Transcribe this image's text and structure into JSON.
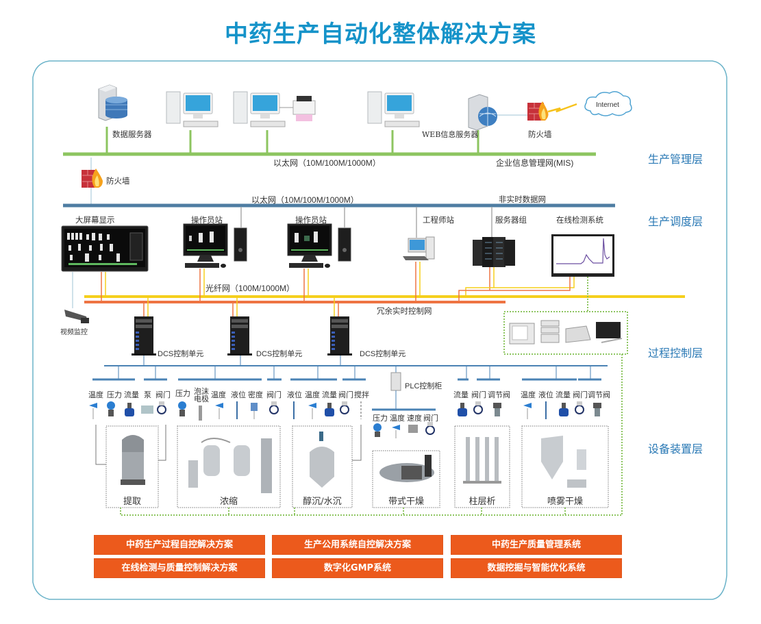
{
  "title": "中药生产自动化整体解决方案",
  "colors": {
    "title": "#1593c9",
    "frame": "#6bb3c9",
    "ethernet_green": "#8dc560",
    "ethernet_blue": "#4e7da2",
    "fiber_yellow": "#f5cf1c",
    "redundant_orange": "#ee7443",
    "field_bus": "#4a82b4",
    "solution_button": "#ec5a1c",
    "layer_label": "#2a79b5"
  },
  "layers": [
    {
      "label": "生产管理层"
    },
    {
      "label": "生产调度层"
    },
    {
      "label": "过程控制层"
    },
    {
      "label": "设备装置层"
    }
  ],
  "management": {
    "data_server": "数据服务器",
    "web_server": "WEB信息服务器",
    "firewall": "防火墙",
    "internet": "Internet",
    "ethernet": "以太网（10M/100M/1000M）",
    "mis": "企业信息管理网(MIS)"
  },
  "scheduling": {
    "firewall": "防火墙",
    "ethernet": "以太网（10M/100M/1000M）",
    "non_realtime": "非实时数据网",
    "big_screen": "大屏幕显示",
    "operator_station_1": "操作员站",
    "operator_station_2": "操作员站",
    "engineer_station": "工程师站",
    "server_group": "服务器组",
    "online_detection": "在线检测系统"
  },
  "control": {
    "fiber": "光纤网（100M/1000M）",
    "redundant": "冗余实时控制网",
    "video": "视频监控",
    "dcs_1": "DCS控制单元",
    "dcs_2": "DCS控制单元",
    "dcs_3": "DCS控制单元",
    "plc": "PLC控制柜"
  },
  "instrument_groups": [
    {
      "items": [
        "温度",
        "压力",
        "流量",
        "泵",
        "阀门"
      ]
    },
    {
      "items": [
        "压力",
        "泡沫电极",
        "温度",
        "液位",
        "密度",
        "阀门"
      ]
    },
    {
      "items": [
        "液位",
        "温度",
        "流量",
        "阀门",
        "搅拌"
      ]
    },
    {
      "items": [
        "压力",
        "温度",
        "速度",
        "阀门"
      ]
    },
    {
      "items": [
        "流量",
        "阀门",
        "调节阀"
      ]
    },
    {
      "items": [
        "温度",
        "液位",
        "流量",
        "阀门",
        "调节阀"
      ]
    }
  ],
  "equipment": [
    {
      "label": "提取"
    },
    {
      "label": "浓缩"
    },
    {
      "label": "醇沉/水沉"
    },
    {
      "label": "带式干燥"
    },
    {
      "label": "柱层析"
    },
    {
      "label": "喷雾干燥"
    }
  ],
  "solutions": [
    {
      "label": "中药生产过程自控解决方案"
    },
    {
      "label": "生产公用系统自控解决方案"
    },
    {
      "label": "中药生产质量管理系统"
    },
    {
      "label": "在线检测与质量控制解决方案"
    },
    {
      "label": "数字化GMP系统"
    },
    {
      "label": "数据挖掘与智能优化系统"
    }
  ]
}
